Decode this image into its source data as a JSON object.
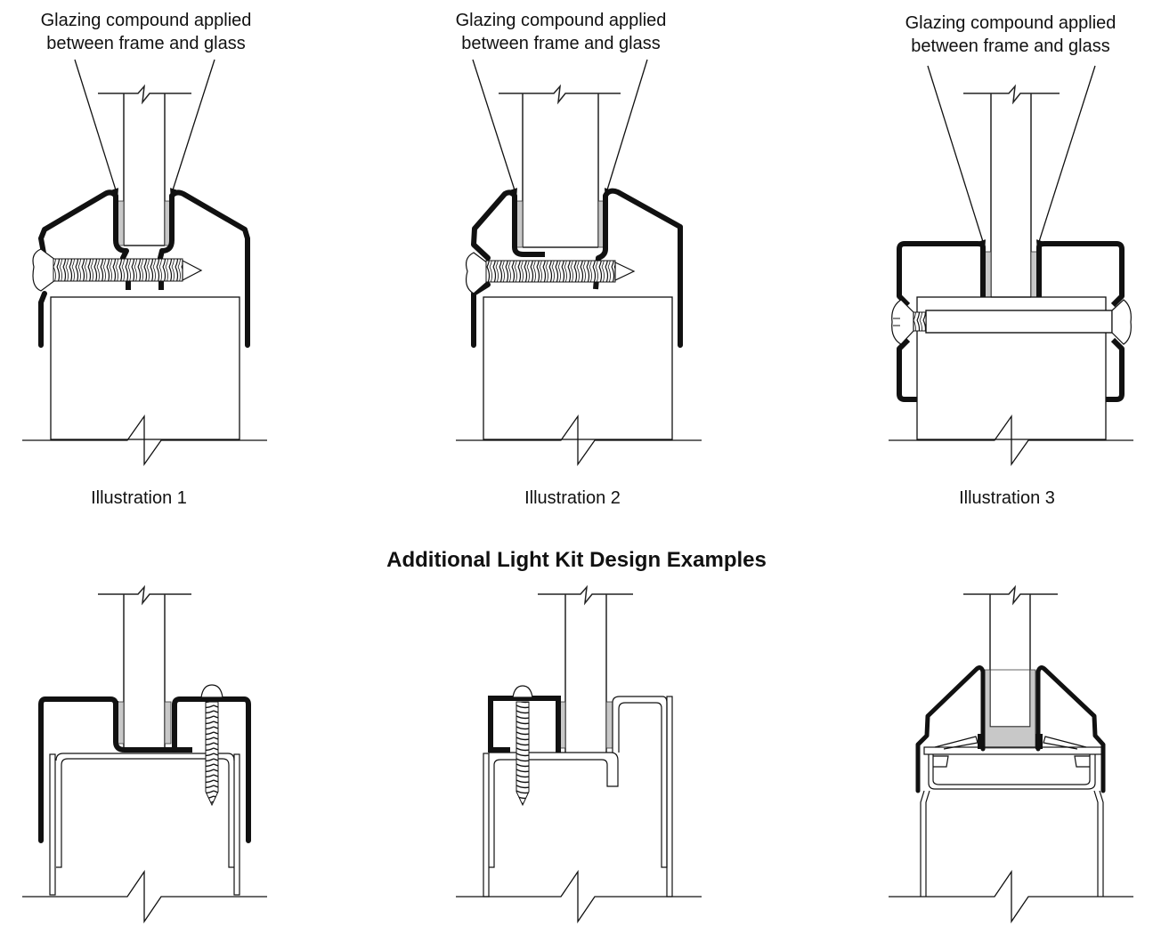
{
  "callout_text": {
    "line1": "Glazing compound applied",
    "line2": "between frame and glass"
  },
  "illustrations": [
    {
      "label": "Illustration 1",
      "fastener": "wood-screw-horizontal"
    },
    {
      "label": "Illustration 2",
      "fastener": "wood-screw-horizontal"
    },
    {
      "label": "Illustration 3",
      "fastener": "through-bolt"
    }
  ],
  "section_heading": "Additional Light Kit Design Examples",
  "examples": [
    {
      "name": "example-1",
      "fastener": "vertical-screw"
    },
    {
      "name": "example-2",
      "fastener": "vertical-screw"
    },
    {
      "name": "example-3",
      "fastener": "snap-in"
    }
  ],
  "colors": {
    "frame": "#111111",
    "glazing_compound": "#c8c8c8",
    "line": "#222222",
    "background": "#ffffff"
  }
}
